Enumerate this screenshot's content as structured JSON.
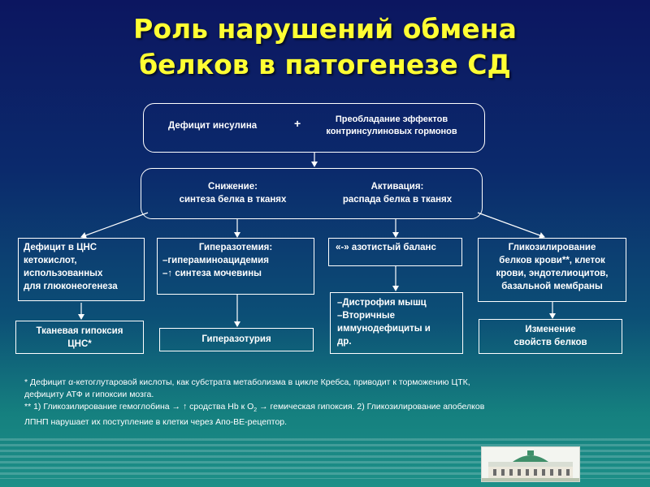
{
  "title_line1": "Роль нарушений обмена",
  "title_line2": "белков в патогенезе СД",
  "top_box": {
    "left": "Дефицит инсулина",
    "plus": "+",
    "right_line1": "Преобладание эффектов",
    "right_line2": "контринсулиновых гормонов"
  },
  "second_box": {
    "left_line1": "Снижение:",
    "left_line2": "синтеза белка в тканях",
    "right_line1": "Активация:",
    "right_line2": "распада белка в тканях"
  },
  "col1": {
    "line1": "Дефицит в ЦНС",
    "line2": "кетокислот,",
    "line3": "использованных",
    "line4": "для глюконеогенеза",
    "result_line1": "Тканевая гипоксия",
    "result_line2": "ЦНС*"
  },
  "col2": {
    "line1": "Гиперазотемия:",
    "line2": "–гипераминоацидемия",
    "line3": "–↑ синтеза мочевины",
    "result": "Гиперазотурия"
  },
  "col3": {
    "line1": "«-» азотистый баланс",
    "result_line1": "–Дистрофия мышц",
    "result_line2": "–Вторичные",
    "result_line3": "иммунодефициты и",
    "result_line4": "др."
  },
  "col4": {
    "line1": "Гликозилирование",
    "line2": "белков крови**, клеток",
    "line3": "крови, эндотелиоцитов,",
    "line4": "базальной мембраны",
    "result_line1": "Изменение",
    "result_line2": "свойств белков"
  },
  "footnotes": {
    "line1": "* Дефицит α-кетоглутаровой кислоты, как субстрата метаболизма в цикле Кребса, приводит к торможению ЦТК,",
    "line2": "дефициту АТФ и гипоксии мозга.",
    "line3_a": "** 1) Гликозилирование гемоглобина → ↑ сродства Hb к O",
    "line3_sub": "2",
    "line3_b": " → гемическая гипоксия. 2) Гликозилирование апобелков",
    "line4": "ЛПНП нарушает их поступление в клетки через Апо-ВЕ-рецептор."
  }
}
